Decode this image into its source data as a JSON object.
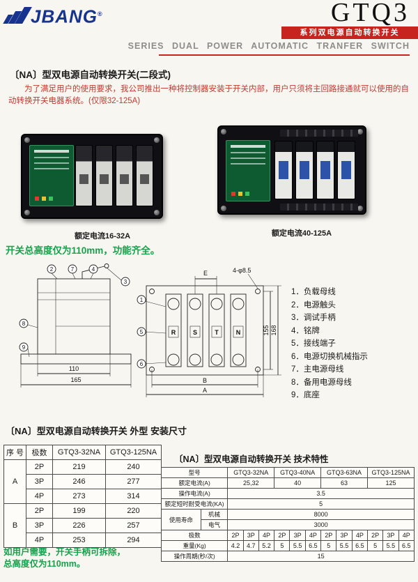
{
  "header": {
    "logo": "JBANG",
    "logo_reg": "®",
    "model": "GTQ3",
    "banner": "系列双电源自动转换开关",
    "subtitle": "SERIES DUAL POWER AUTOMATIC TRANFER SWITCH"
  },
  "intro": {
    "title": "〔NA〕型双电源自动转换开关(二段式)",
    "paragraph": "为了满足用户的使用要求，我公司推出一种将控制器安装于开关内部，用户只须将主回路接通就可以使用的自动转换开关电器系统。(仅限32-125A)",
    "caption_left": "额定电流16-32A",
    "caption_right": "额定电流40-125A",
    "height_note": "开关总高度仅为110mm，功能齐全。"
  },
  "drawing": {
    "parts": [
      "1．负载母线",
      "2．电源触头",
      "3．调试手柄",
      "4．铭牌",
      "5．接线端子",
      "6．电源切换机械指示",
      "7．主电源母线",
      "8．备用电源母线",
      "9．底座"
    ],
    "callouts": [
      "1",
      "2",
      "3",
      "4",
      "5",
      "6",
      "7",
      "8",
      "9"
    ],
    "phases": [
      "R",
      "S",
      "T",
      "N"
    ],
    "dims": {
      "w1": "110",
      "w2": "165",
      "e": "E",
      "a": "A",
      "b": "B",
      "bolt": "4-φ8.5",
      "h1": "155",
      "h2": "168"
    }
  },
  "dim_section": {
    "title": "〔NA〕型双电源自动转换开关 外型 安装尺寸",
    "table": {
      "headers": [
        "序 号",
        "极数",
        "GTQ3-32NA",
        "GTQ3-125NA"
      ],
      "group_a": {
        "label": "A",
        "rows": [
          [
            "2P",
            "219",
            "240"
          ],
          [
            "3P",
            "246",
            "277"
          ],
          [
            "4P",
            "273",
            "314"
          ]
        ]
      },
      "group_b": {
        "label": "B",
        "rows": [
          [
            "2P",
            "199",
            "220"
          ],
          [
            "3P",
            "226",
            "257"
          ],
          [
            "4P",
            "253",
            "294"
          ]
        ]
      }
    },
    "note": "如用户需要，开关手柄可拆除，总高度仅为110mm。"
  },
  "tech_section": {
    "title": "〔NA〕型双电源自动转换开关 技术特性",
    "table": {
      "model_label": "型号",
      "models": [
        "GTQ3-32NA",
        "GTQ3-40NA",
        "GTQ3-63NA",
        "GTQ3-125NA"
      ],
      "rated_current_label": "额定电流(A)",
      "rated_currents": [
        "25,32",
        "40",
        "63",
        "125"
      ],
      "op_current_label": "操作电流(A)",
      "op_current": "3.5",
      "withstand_label": "额定短时耐受电流(KA)",
      "withstand": "5",
      "life_label": "使用寿命",
      "life_mech_label": "机械",
      "life_mech_value": "8000",
      "life_elec_label": "电气",
      "life_elec_value": "3000",
      "poles_label": "极数",
      "poles": [
        "2P",
        "3P",
        "4P",
        "2P",
        "3P",
        "4P",
        "2P",
        "3P",
        "4P",
        "2P",
        "3P",
        "4P"
      ],
      "weight_label": "重量(Kg)",
      "weights": [
        "4.2",
        "4.7",
        "5.2",
        "5",
        "5.5",
        "6.5",
        "5",
        "5.5",
        "6.5",
        "5",
        "5.5",
        "6.5"
      ],
      "cycle_label": "操作周期(秒/次)",
      "cycle": "15"
    }
  }
}
